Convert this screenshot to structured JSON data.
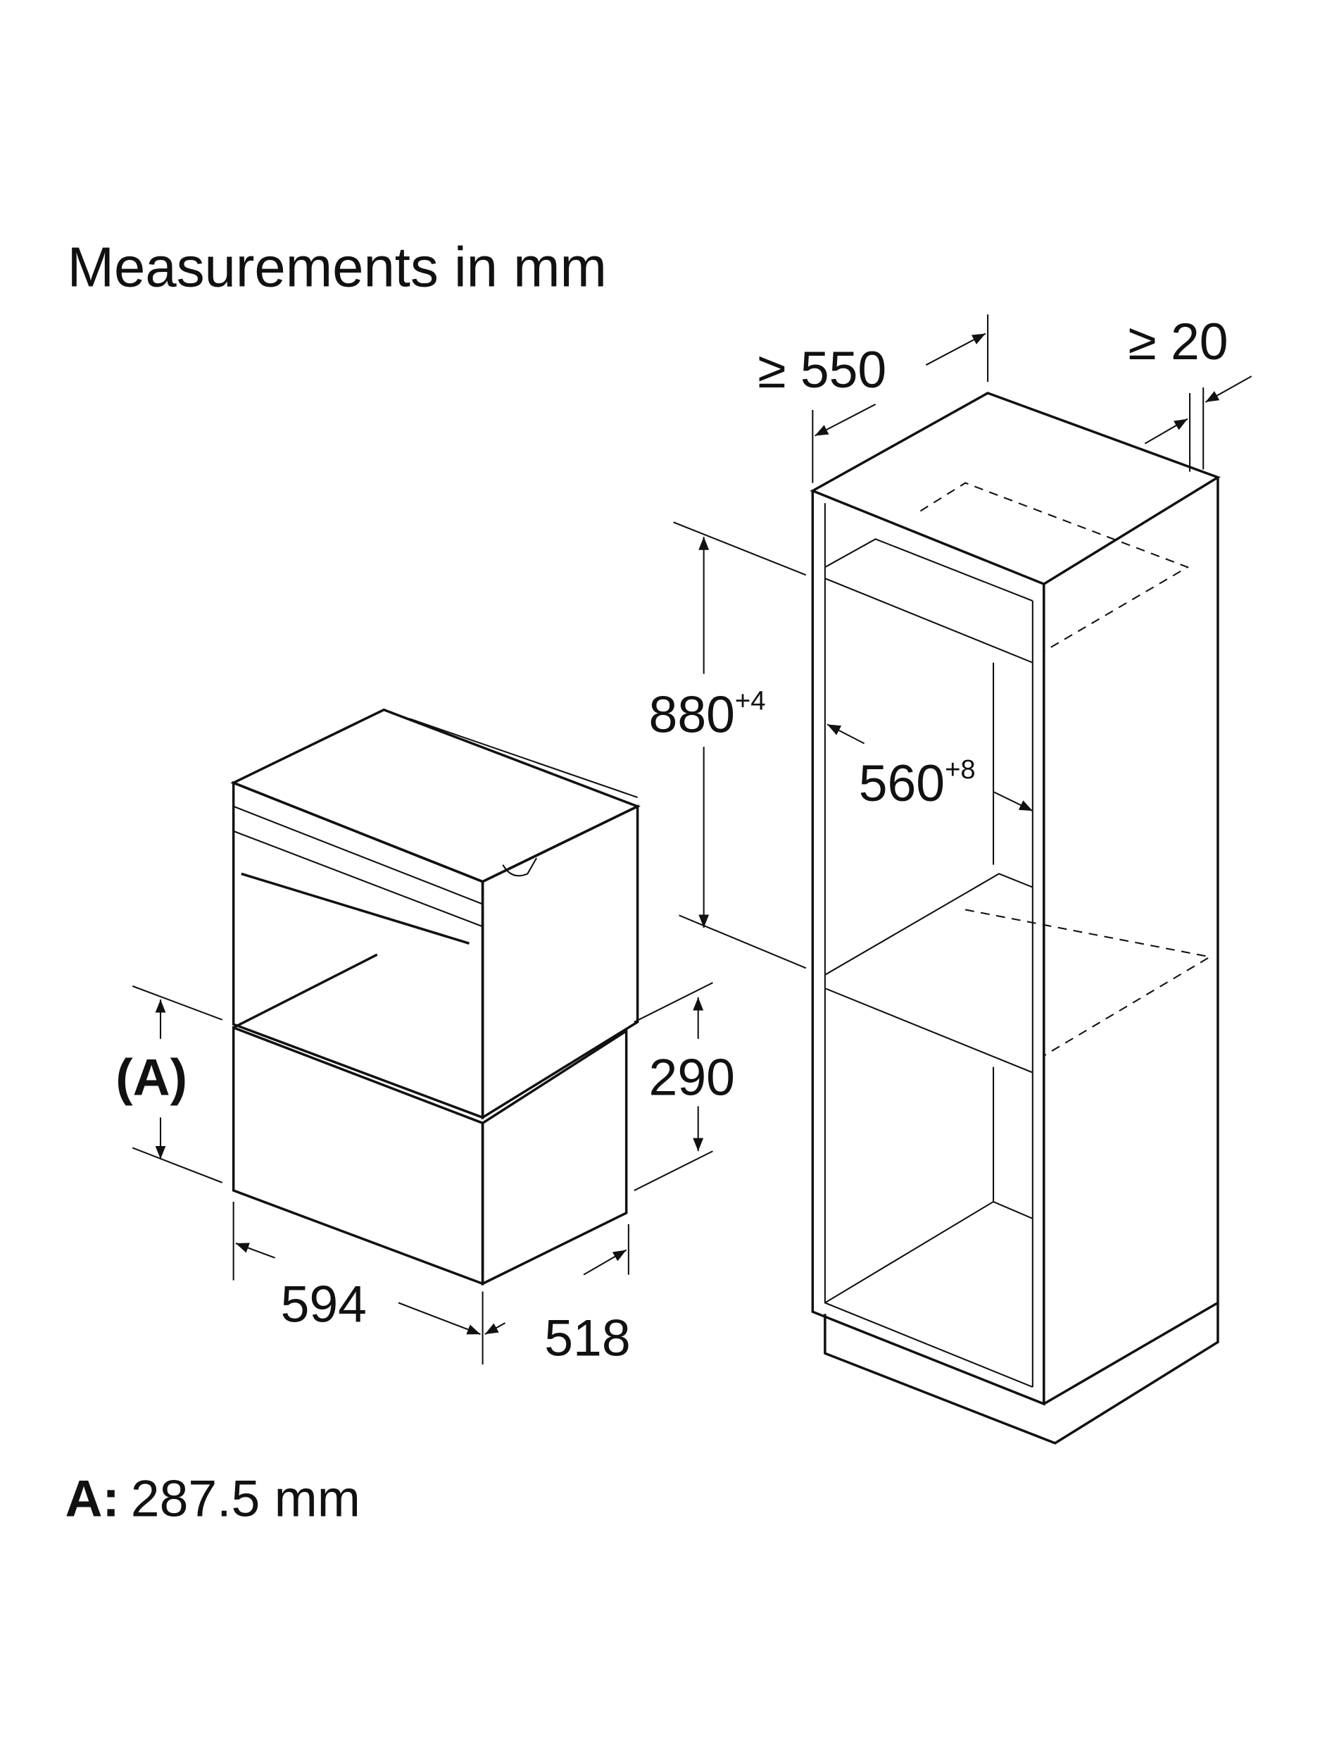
{
  "title": "Measurements in mm",
  "dimensions": {
    "niche_depth": "≥ 550",
    "rear_gap": "≥ 20",
    "niche_height": "880",
    "niche_height_tol": "+4",
    "niche_width": "560",
    "niche_width_tol": "+8",
    "drawer_height": "290",
    "drawer_width": "594",
    "drawer_depth": "518",
    "label_a": "(A)"
  },
  "footnote": {
    "key": "A:",
    "value": "287.5 mm"
  },
  "colors": {
    "line": "#111111",
    "drawer_fill": "#e6e6e6"
  }
}
